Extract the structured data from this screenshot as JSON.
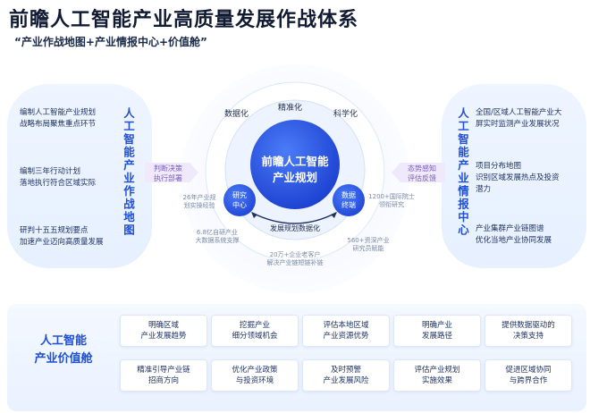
{
  "title": "前瞻人工智能产业高质量发展作战体系",
  "subtitle": "“产业作战地图+产业情报中心+价值舱”",
  "left": {
    "title": "人工智能产业作战地图",
    "items": [
      "编制人工智能产业规划\n战略布局聚焦重点环节",
      "编制三年行动计划\n落地执行符合区域实际",
      "研判十五五规划要点\n加速产业迈向高质量发展"
    ]
  },
  "right": {
    "title": "人工智能产业情报中心",
    "items": [
      "全国/区域人工智能产业大\n屏实时监测产业发展状况",
      "项目分布地图\n识别区域发展热点及投资\n潜力",
      "产业集群产业链图谱\n优化当地产业协同发展"
    ]
  },
  "center": {
    "core": "前瞻人工智能\n产业规划",
    "ring_labels": [
      "数据化",
      "精准化",
      "科学化"
    ],
    "research_center": "研究\n中心",
    "data_terminal": "数据\n终端",
    "cycle_label": "发展规划数据化",
    "left_arrow": "判断决策\n执行部署",
    "right_arrow": "态势感知\n评估反馈",
    "notes": [
      "26年产业规\n划实操经验",
      "6.8亿自研产业\n大数据系统支撑",
      "20万+企业老客户\n解决产业链短链补链",
      "560+资深产业\n研究员赋能",
      "1200+国际院士\n领衔研究"
    ]
  },
  "value": {
    "title": "人工智能\n产业价值舱",
    "row1": [
      "明确区域\n产业发展趋势",
      "挖掘产业\n细分领域机会",
      "评估本地区域\n产业资源优势",
      "明确产业\n发展路径",
      "提供数据驱动的\n决策支持"
    ],
    "row2": [
      "精准引导产业链\n招商方向",
      "优化产业政策\n与投资环境",
      "及时预警\n产业发展风险",
      "评估产业规划\n实施效果",
      "促进区域协同\n与跨界合作"
    ]
  },
  "colors": {
    "accent": "#1f4fd6",
    "core_gradient": [
      "#3a6cf2",
      "#1f45d6"
    ],
    "panel_bg": "#eaf2ff"
  }
}
